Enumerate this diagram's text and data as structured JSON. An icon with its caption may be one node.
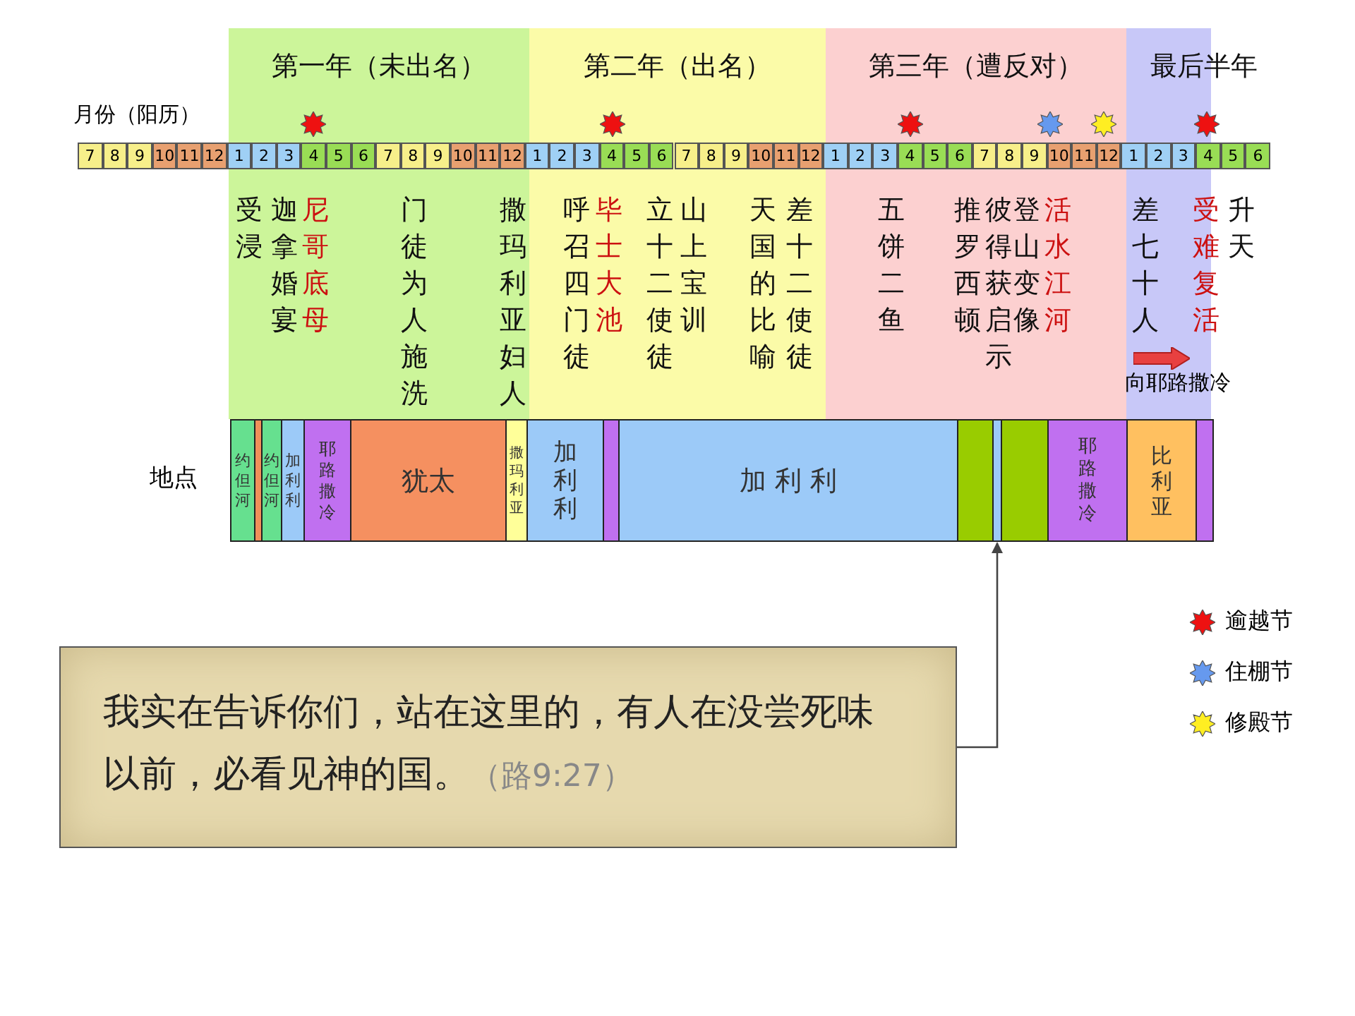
{
  "diagram": {
    "nodes": [
      {
        "text": [
          "第一年（未出名）"
        ]
      },
      {
        "text": [
          "第二年（出名）"
        ]
      },
      {
        "text": [
          "第三年（遭反对）"
        ]
      },
      {
        "text": [
          "最后半年"
        ]
      },
      {
        "text": [
          "约但河"
        ]
      },
      {
        "text": [],
        "shape": "bar"
      },
      {
        "text": [
          "约但河"
        ]
      },
      {
        "text": [
          "加利利"
        ]
      },
      {
        "text": [
          "耶路撒冷"
        ]
      },
      {
        "text": [
          "犹太"
        ]
      },
      {
        "text": [
          "撒玛利亚"
        ]
      },
      {
        "text": [
          "加利利"
        ]
      },
      {
        "text": [],
        "shape": "bar"
      },
      {
        "text": [
          "加 利 利"
        ]
      },
      {
        "text": [],
        "shape": "bar"
      },
      {
        "text": [],
        "shape": "bar"
      },
      {
        "text": [],
        "shape": "bar"
      },
      {
        "text": [
          "耶路撒冷"
        ]
      },
      {
        "text": [
          "比利亚"
        ]
      },
      {
        "text": [],
        "shape": "bar"
      },
      {
        "text": [
          "我实在告诉你们，站在这里的，有人在没尝死味以前，必看见神的国。",
          "（路9:27）"
        ]
      }
    ],
    "edges": [
      {
        "from": 20,
        "to": 15,
        "arrow": "to"
      }
    ],
    "labels": [
      "月份（阳历）",
      "7",
      "8",
      "9",
      "10",
      "11",
      "12",
      "1",
      "2",
      "3",
      "4",
      "5",
      "6",
      "7",
      "8",
      "9",
      "10",
      "11",
      "12",
      "1",
      "2",
      "3",
      "4",
      "5",
      "6",
      "7",
      "8",
      "9",
      "10",
      "11",
      "12",
      "1",
      "2",
      "3",
      "4",
      "5",
      "6",
      "7",
      "8",
      "9",
      "10",
      "11",
      "12",
      "1",
      "2",
      "3",
      "4",
      "5",
      "6",
      "受浸",
      "迦拿婚宴",
      "尼哥底母",
      "门徒为人施洗",
      "撒玛利亚妇人",
      "呼召四门徒",
      "毕士大池",
      "立十二使徒",
      "山上宝训",
      "天国的比喻",
      "差十二使徒",
      "五饼二鱼",
      "推罗西顿",
      "彼得获启示",
      "登山变像",
      "活水江河",
      "差七十人",
      "受难复活",
      "升天",
      "向耶路撒冷",
      "地点"
    ],
    "legend": [
      {
        "text": "逾越节",
        "color": "#ee1111"
      },
      {
        "text": "住棚节",
        "color": "#6699ee"
      },
      {
        "text": "修殿节",
        "color": "#ffee22"
      }
    ]
  }
}
